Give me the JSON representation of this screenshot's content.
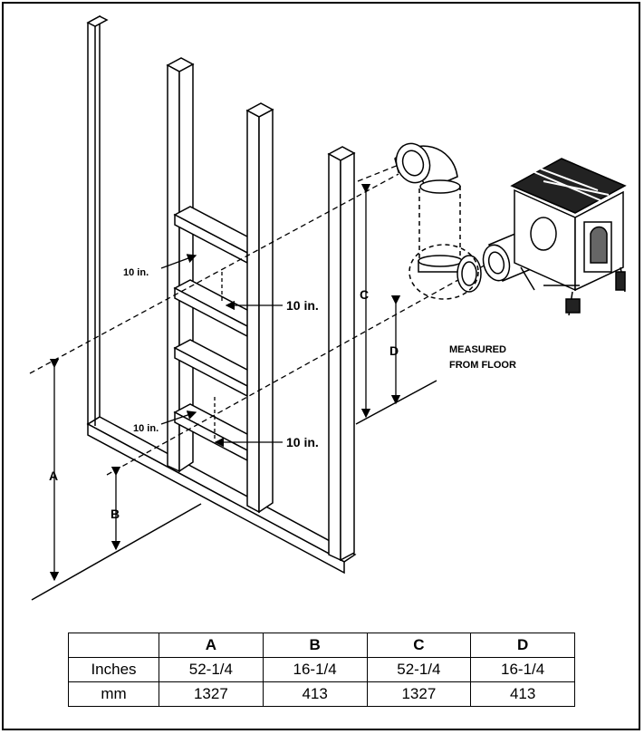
{
  "labels": {
    "dim_a": "A",
    "dim_b": "B",
    "dim_c": "C",
    "dim_d": "D",
    "spacing_1": "10 in.",
    "spacing_2": "10 in.",
    "spacing_3": "10 in.",
    "spacing_4": "10 in.",
    "measured_line1": "MEASURED",
    "measured_line2": "FROM FLOOR"
  },
  "table": {
    "headers": [
      "",
      "A",
      "B",
      "C",
      "D"
    ],
    "rows": [
      [
        "Inches",
        "52-1/4",
        "16-1/4",
        "52-1/4",
        "16-1/4"
      ],
      [
        "mm",
        "1327",
        "413",
        "1327",
        "413"
      ]
    ]
  }
}
